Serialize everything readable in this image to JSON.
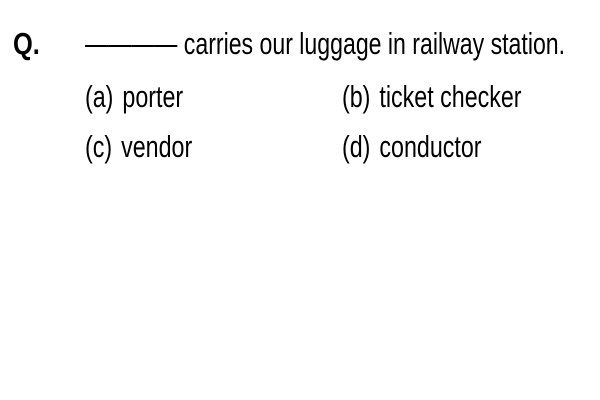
{
  "question": {
    "label": "Q.",
    "stem": "———— carries  our luggage  in railway station."
  },
  "options": [
    {
      "letter": "(a)",
      "text": "porter"
    },
    {
      "letter": "(b)",
      "text": "ticket checker"
    },
    {
      "letter": "(c)",
      "text": "vendor"
    },
    {
      "letter": "(d)",
      "text": "conductor"
    }
  ]
}
